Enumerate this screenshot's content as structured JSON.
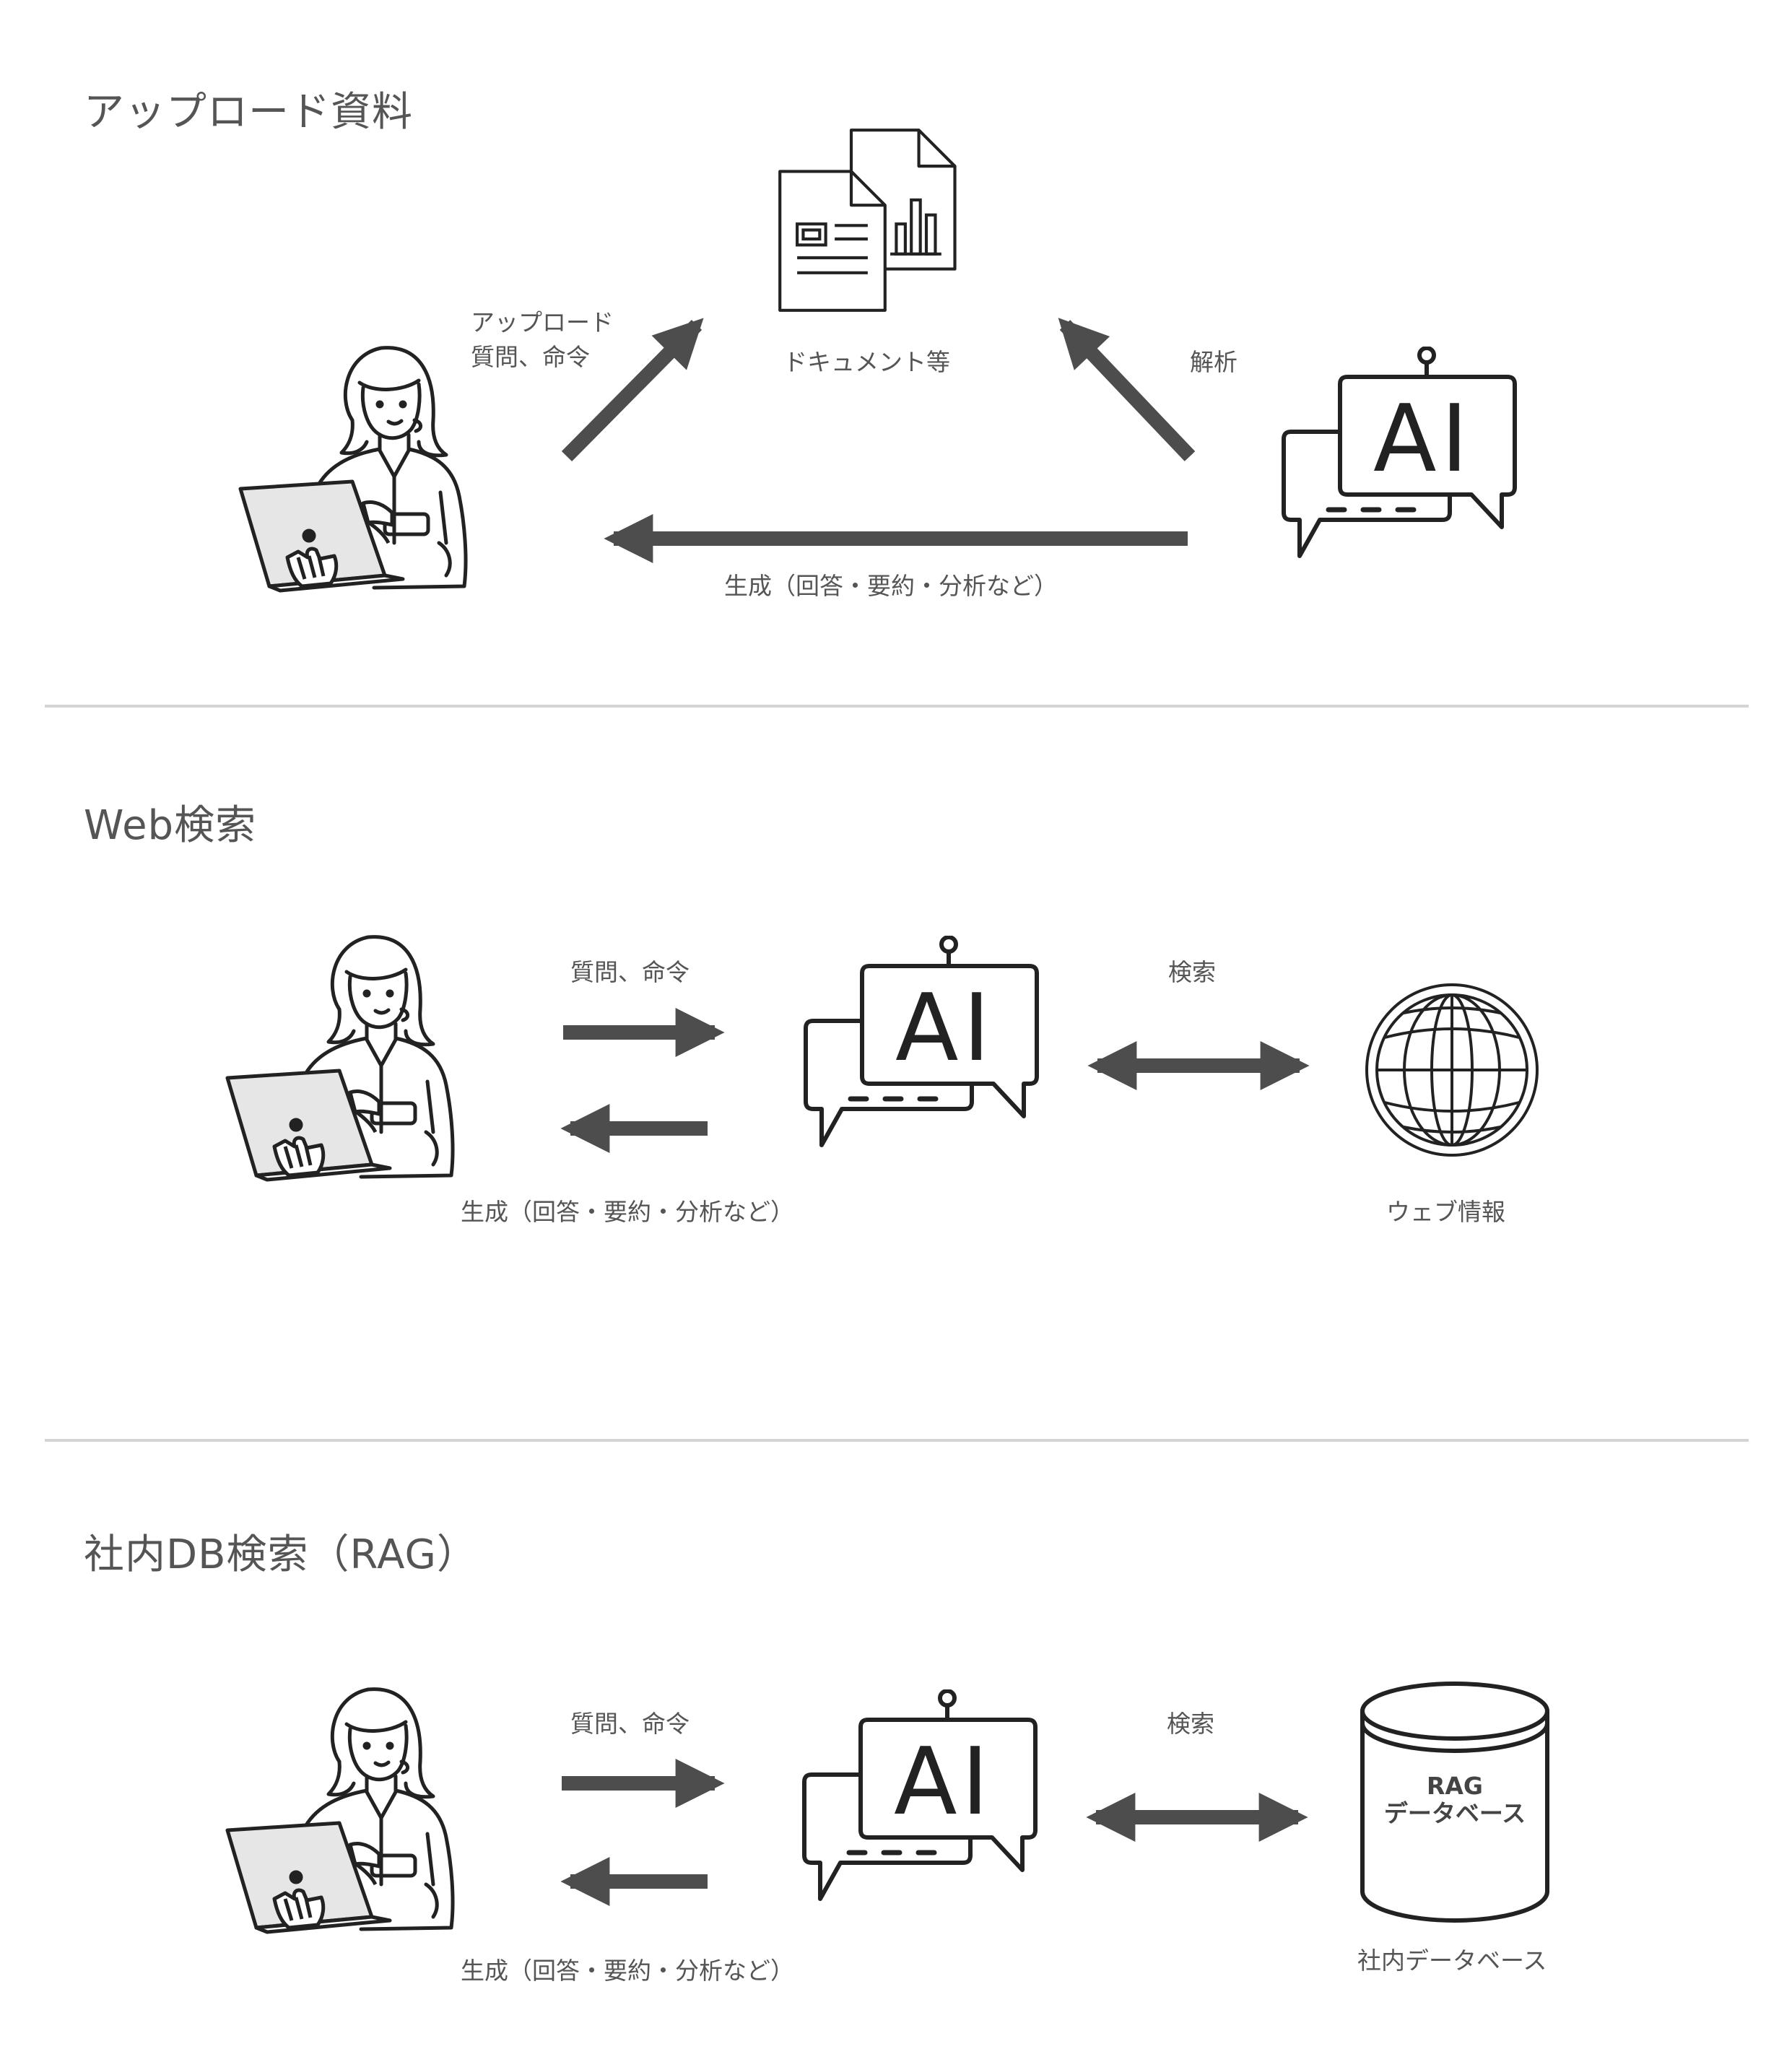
{
  "sections": {
    "upload": {
      "title": "アップロード資料",
      "label_upload_line1": "アップロード",
      "label_upload_line2": "質問、命令",
      "label_documents": "ドキュメント等",
      "label_analyze": "解析",
      "label_generate": "生成（回答・要約・分析など）"
    },
    "web": {
      "title": "Web検索",
      "label_question": "質問、命令",
      "label_search": "検索",
      "label_generate": "生成（回答・要約・分析など）",
      "label_web_info": "ウェブ情報"
    },
    "rag": {
      "title": "社内DB検索（RAG）",
      "label_question": "質問、命令",
      "label_search": "検索",
      "label_generate": "生成（回答・要約・分析など）",
      "db_line1": "RAG",
      "db_line2": "データベース",
      "label_internal_db": "社内データベース"
    }
  },
  "icons": {
    "person": "person-with-laptop-icon",
    "ai": "ai-chat-bubble-icon",
    "documents": "documents-icon",
    "globe": "globe-icon",
    "database": "database-cylinder-icon"
  },
  "ai_text": "AI",
  "colors": {
    "arrow": "#4d4d4d",
    "divider": "#d4d4d4",
    "text": "#555555"
  }
}
